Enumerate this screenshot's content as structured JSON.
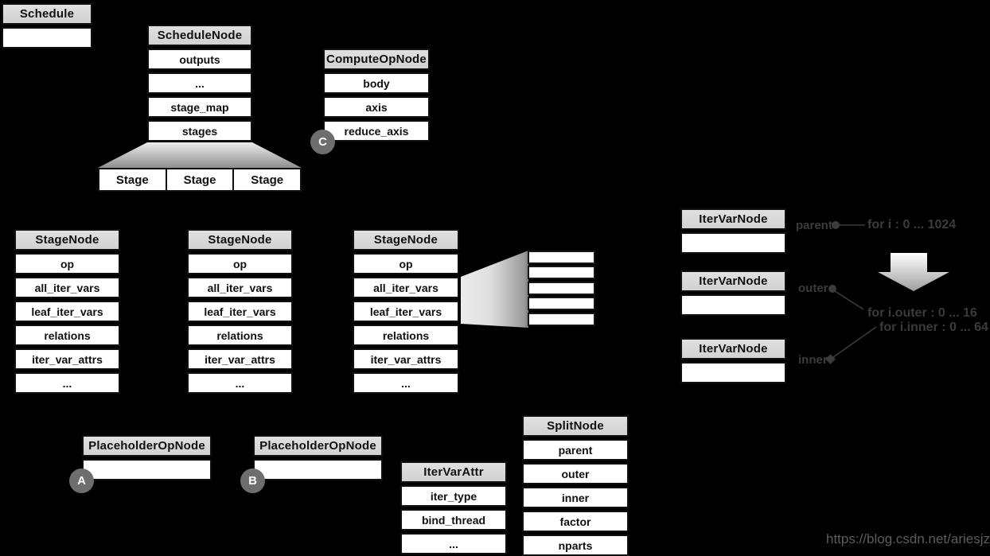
{
  "colors": {
    "background": "#000000",
    "table_header_bg": "#d8d8d8",
    "table_row_bg": "#ffffff",
    "table_border": "#101010",
    "badge_bg": "#6e6e6e",
    "badge_text": "#ffffff",
    "connector": "#3b3b3b",
    "watermark": "#5c5c5c"
  },
  "tables": [
    {
      "name": "schedule",
      "title": "Schedule",
      "rows": []
    },
    {
      "name": "schedule-node",
      "title": "ScheduleNode",
      "rows": [
        "outputs",
        "...",
        "stage_map",
        "stages"
      ]
    },
    {
      "name": "compute-op-node",
      "title": "ComputeOpNode",
      "rows": [
        "body",
        "axis",
        "reduce_axis"
      ]
    },
    {
      "name": "stage-node-1",
      "title": "StageNode",
      "rows": [
        "op",
        "all_iter_vars",
        "leaf_iter_vars",
        "relations",
        "iter_var_attrs",
        "..."
      ]
    },
    {
      "name": "stage-node-2",
      "title": "StageNode",
      "rows": [
        "op",
        "all_iter_vars",
        "leaf_iter_vars",
        "relations",
        "iter_var_attrs",
        "..."
      ]
    },
    {
      "name": "stage-node-3",
      "title": "StageNode",
      "rows": [
        "op",
        "all_iter_vars",
        "leaf_iter_vars",
        "relations",
        "iter_var_attrs",
        "..."
      ]
    },
    {
      "name": "iter-var-node-1",
      "title": "IterVarNode",
      "rows": []
    },
    {
      "name": "iter-var-node-2",
      "title": "IterVarNode",
      "rows": []
    },
    {
      "name": "iter-var-node-3",
      "title": "IterVarNode",
      "rows": []
    },
    {
      "name": "placeholder-op-node-a",
      "title": "PlaceholderOpNode",
      "rows": []
    },
    {
      "name": "placeholder-op-node-b",
      "title": "PlaceholderOpNode",
      "rows": []
    },
    {
      "name": "iter-var-attr",
      "title": "IterVarAttr",
      "rows": [
        "iter_type",
        "bind_thread",
        "..."
      ]
    },
    {
      "name": "split-node",
      "title": "SplitNode",
      "rows": [
        "parent",
        "outer",
        "inner",
        "factor",
        "nparts"
      ]
    }
  ],
  "stage_cells": [
    "Stage",
    "Stage",
    "Stage"
  ],
  "badges": {
    "a": "A",
    "b": "B",
    "c": "C"
  },
  "annotations": {
    "parent_label": "parent",
    "outer_label": "outer",
    "inner_label": "inner",
    "loop_parent": "for i : 0 ... 1024",
    "loop_outer": "for i.outer : 0 ... 16",
    "loop_inner": "for i.inner : 0 ... 64"
  },
  "watermark": "https://blog.csdn.net/ariesjzj"
}
